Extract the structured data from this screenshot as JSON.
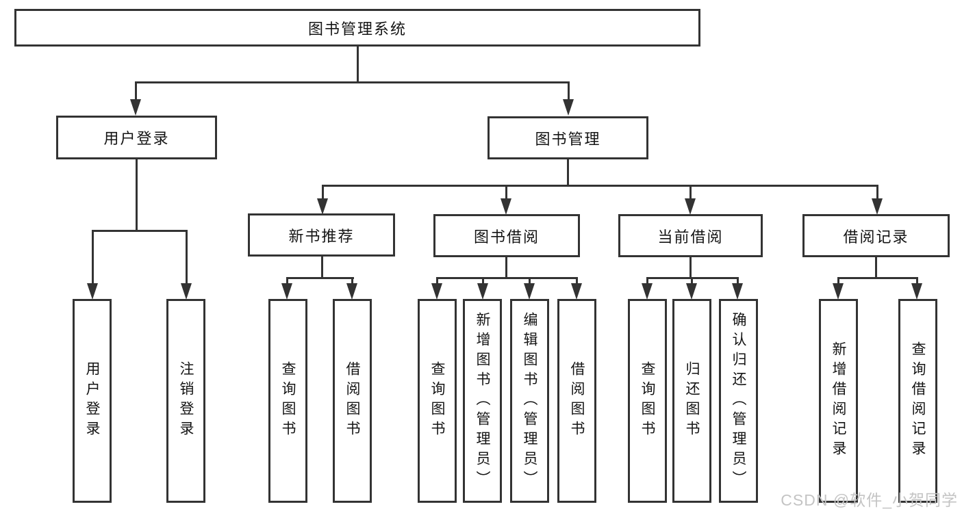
{
  "diagram": {
    "root": {
      "label": "图书管理系统"
    },
    "level2": [
      {
        "label": "用户登录"
      },
      {
        "label": "图书管理"
      }
    ],
    "level3": [
      {
        "label": "新书推荐"
      },
      {
        "label": "图书借阅"
      },
      {
        "label": "当前借阅"
      },
      {
        "label": "借阅记录"
      }
    ],
    "leaves": [
      {
        "parent": "用户登录",
        "items": [
          "用户登录",
          "注销登录"
        ]
      },
      {
        "parent": "新书推荐",
        "items": [
          "查询图书",
          "借阅图书"
        ]
      },
      {
        "parent": "图书借阅",
        "items": [
          "查询图书",
          "新增图书（管理员）",
          "编辑图书（管理员）",
          "借阅图书"
        ]
      },
      {
        "parent": "当前借阅",
        "items": [
          "查询图书",
          "归还图书",
          "确认归还（管理员）"
        ]
      },
      {
        "parent": "借阅记录",
        "items": [
          "新增借阅记录",
          "查询借阅记录"
        ]
      }
    ],
    "watermark": "CSDN @软件_小贺同学",
    "colors": {
      "line": "#333333",
      "text": "#141414",
      "background": "#ffffff",
      "watermark": "#c4c4c4"
    }
  }
}
